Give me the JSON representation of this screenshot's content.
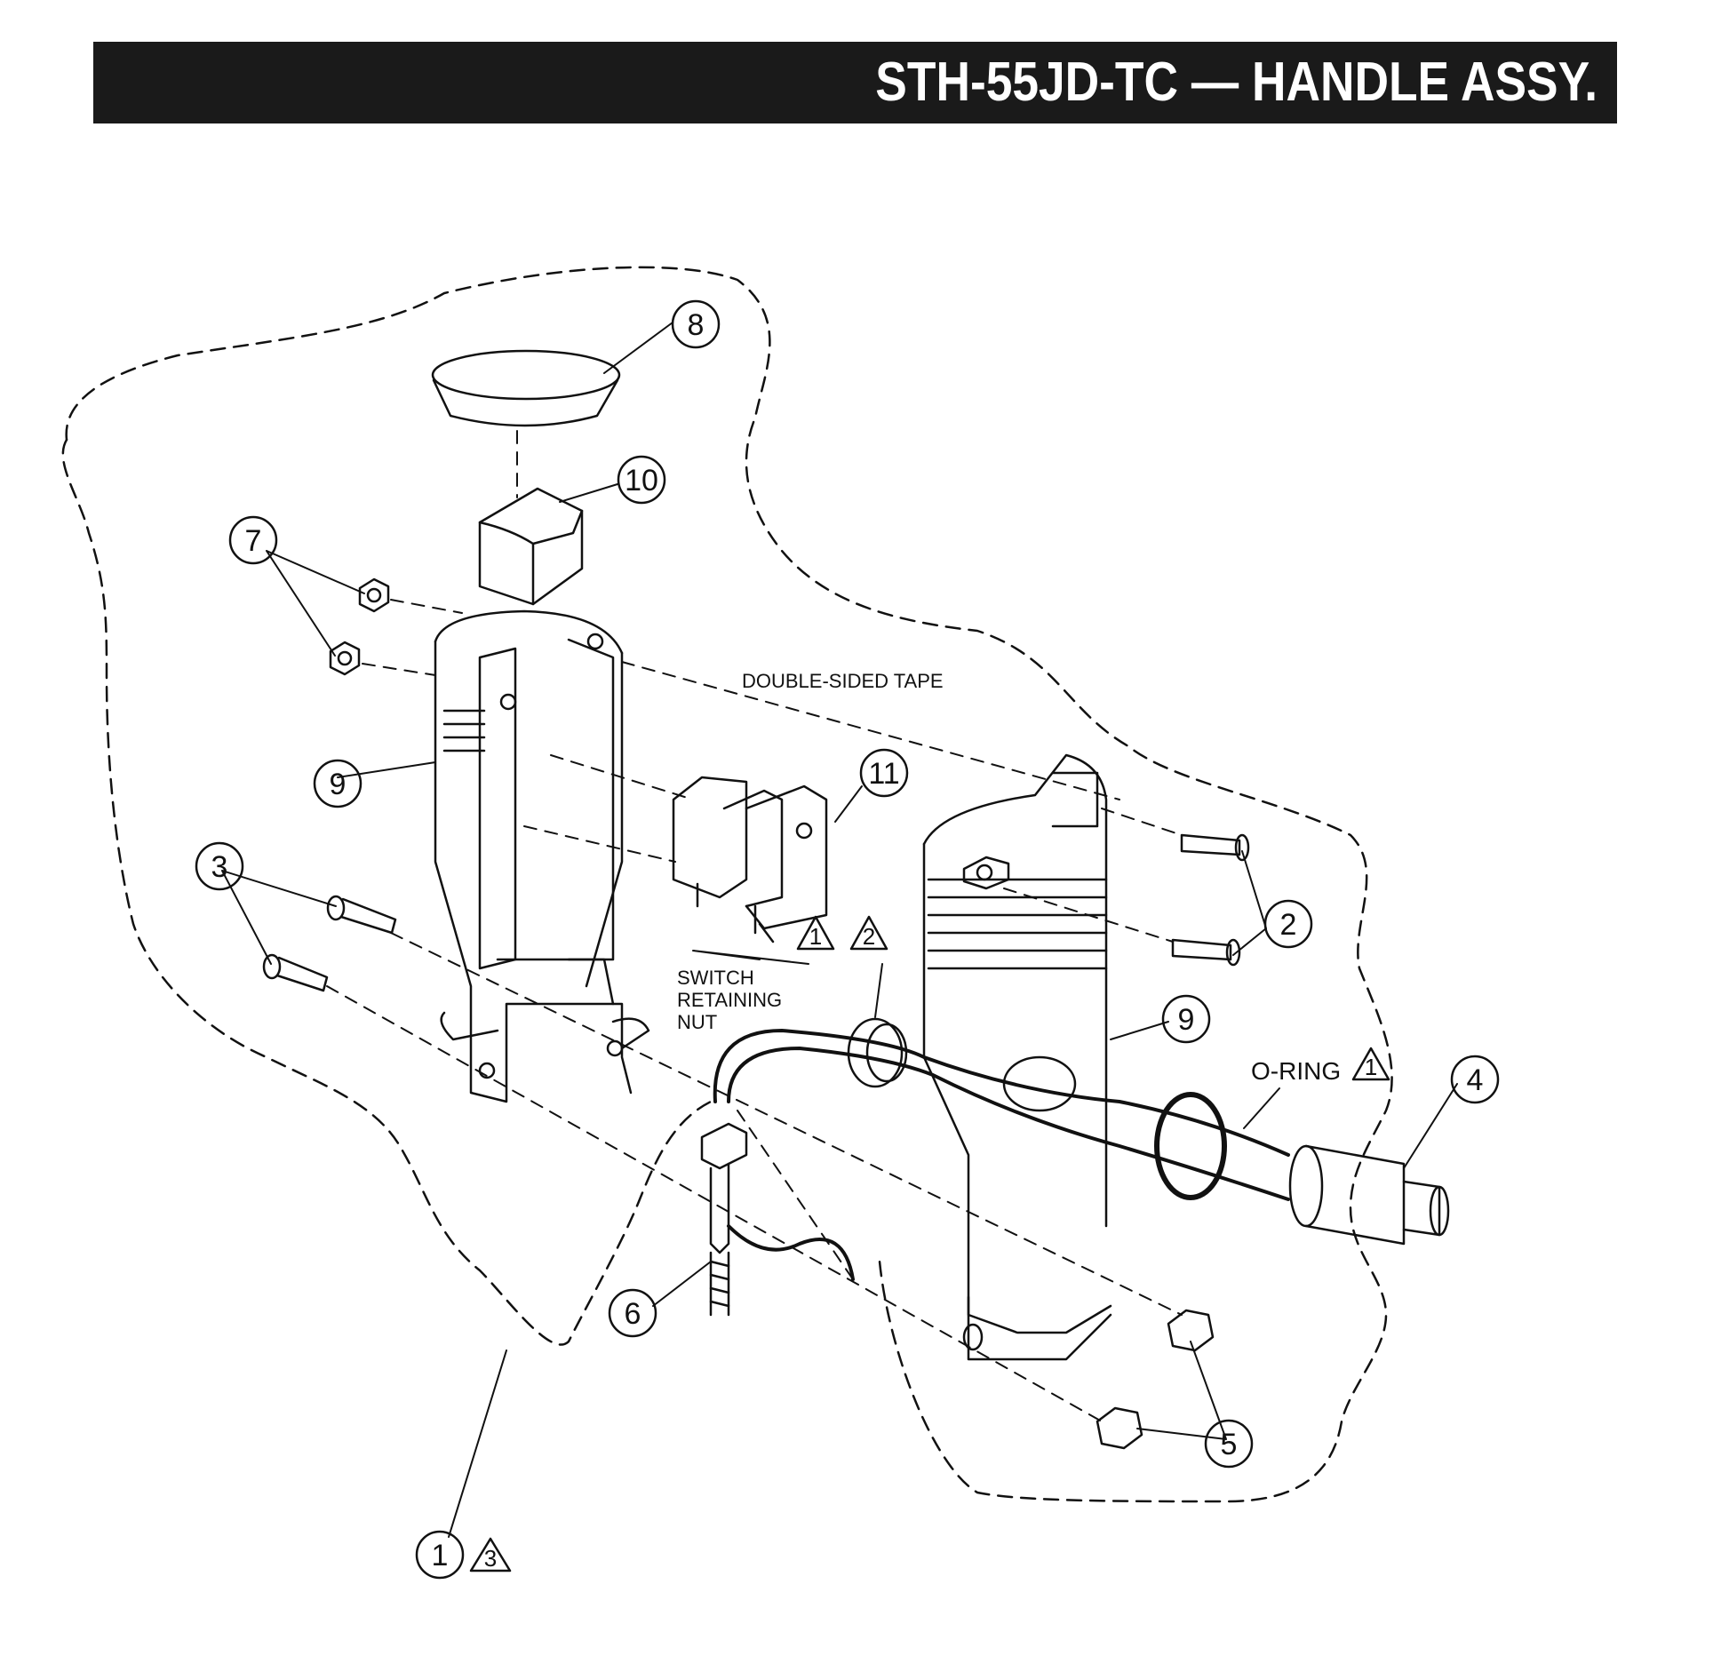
{
  "title": "STH-55JD-TC — HANDLE ASSY.",
  "labels": {
    "double_sided_tape": "DOUBLE-SIDED TAPE",
    "switch_line1": "SWITCH",
    "switch_line2": "RETAINING",
    "switch_line3": "NUT",
    "o_ring": "O-RING"
  },
  "callouts": [
    "8",
    "10",
    "7",
    "9",
    "11",
    "3",
    "2",
    "9",
    "4",
    "6",
    "5",
    "1"
  ],
  "notes": [
    "1",
    "2",
    "1",
    "3"
  ]
}
